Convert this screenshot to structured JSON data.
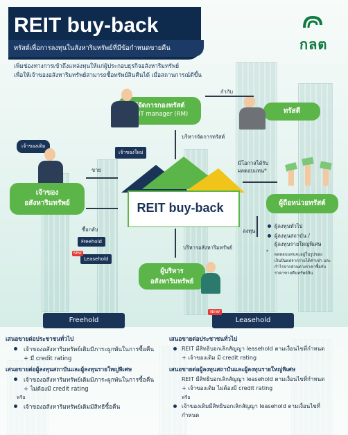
{
  "header": {
    "title": "REIT buy-back",
    "subtitle": "ทรัสต์เพื่อการลงทุนในสังหาริมทรัพย์ที่มีข้อกำหนดขายคืน",
    "intro_line1": "เพิ่มช่องทางการเข้าถึงแหล่งทุนให้แก่ผู้ประกอบธุรกิจอสังหาริมทรัพย์",
    "intro_line2": "เพื่อให้เจ้าของอสังหาริมทรัพย์สามารถซื้อทรัพย์สินคืนได้ เมื่อสถานการณ์ดีขึ้น"
  },
  "logo": {
    "text": "กลต"
  },
  "diagram": {
    "manager_line1": "ผู้จัดการกองทรัสต์",
    "manager_line2": "REIT manager (RM)",
    "trustee": "ทรัสตี",
    "supervise_label": "กำกับ",
    "manage_trust_label": "บริหารจัดการทรัสต์",
    "old_owner_tag": "เจ้าของเดิม",
    "new_owner_tag": "เจ้าของใหม่",
    "sell_label": "ขาย",
    "buyback_label": "ซื้อกลับ",
    "freehold_tag": "Freehold",
    "leasehold_tag": "Leasehold",
    "new_badge": "NEW",
    "owner_line1": "เจ้าของ",
    "owner_line2": "อสังหาริมทรัพย์",
    "center_label": "REIT buy-back",
    "return_label_line1": "มีโอกาสได้รับ",
    "return_label_line2": "ผลตอบแทน*",
    "unitholder": "ผู้ถือหน่วยทรัสต์",
    "invest_label": "ลงทุน",
    "investors": [
      "ผู้ลงทุนทั่วไป",
      "ผู้ลงทุนสถาบัน /",
      "ผู้ลงทุนรายใหญ่พิเศษ"
    ],
    "footnote": [
      "ผลตอบแทนจะอยู่ในรูปของ",
      "เงินปันผลจากรายได้ค่าเช่า และ",
      "กำไรจากส่วนต่างราคาซื้อกับ",
      "ราคาขายคืนทรัพย์สิน"
    ],
    "property_mgmt_label": "บริหารอสังหาริมทรัพย์",
    "pm_line1": "ผู้บริหาร",
    "pm_line2": "อสังหาริมทรัพย์"
  },
  "freehold": {
    "title": "Freehold",
    "general_header": "เสนอขายต่อประชาชนทั่วไป",
    "general_b1": "เจ้าของอสังหาริมทรัพย์เดิมมีภาระผูกพันในการซื้อคืน",
    "general_b1b": "+ มี credit rating",
    "inst_header": "เสนอขายต่อผู้ลงทุนสถาบันและผู้ลงทุนรายใหญ่พิเศษ",
    "inst_b1": "เจ้าของอสังหาริมทรัพย์เดิมมีภาระผูกพันในการซื้อคืน",
    "inst_b1b": "+ ไม่ต้องมี credit rating",
    "or": "หรือ",
    "inst_b2": "เจ้าของอสังหาริมทรัพย์เดิมมีสิทธิซื้อคืน"
  },
  "leasehold": {
    "title": "Leasehold",
    "new_badge": "NEW",
    "general_header": "เสนอขายต่อประชาชนทั่วไป",
    "general_b1": "REIT มีสิทธิบอกเลิกสัญญา leasehold ตามเงื่อนไขที่กำหนด",
    "general_b1b": "+ เจ้าของเดิม มี credit rating",
    "inst_header": "เสนอขายต่อผู้ลงทุนสถาบันและผู้ลงทุนรายใหญ่พิเศษ",
    "inst_b1": "REIT มีสิทธิบอกเลิกสัญญา leasehold ตามเงื่อนไขที่กำหนด",
    "inst_b1b": "+ เจ้าของเดิม ไม่ต้องมี credit rating",
    "or": "หรือ",
    "inst_b2": "เจ้าของเดิมมีสิทธิบอกเลิกสัญญา leasehold ตามเงื่อนไขที่",
    "inst_b2b": "กำหนด"
  },
  "colors": {
    "navy": "#1a3458",
    "green": "#5cb548",
    "red": "#e53935",
    "logo_green": "#0e7a3f"
  }
}
